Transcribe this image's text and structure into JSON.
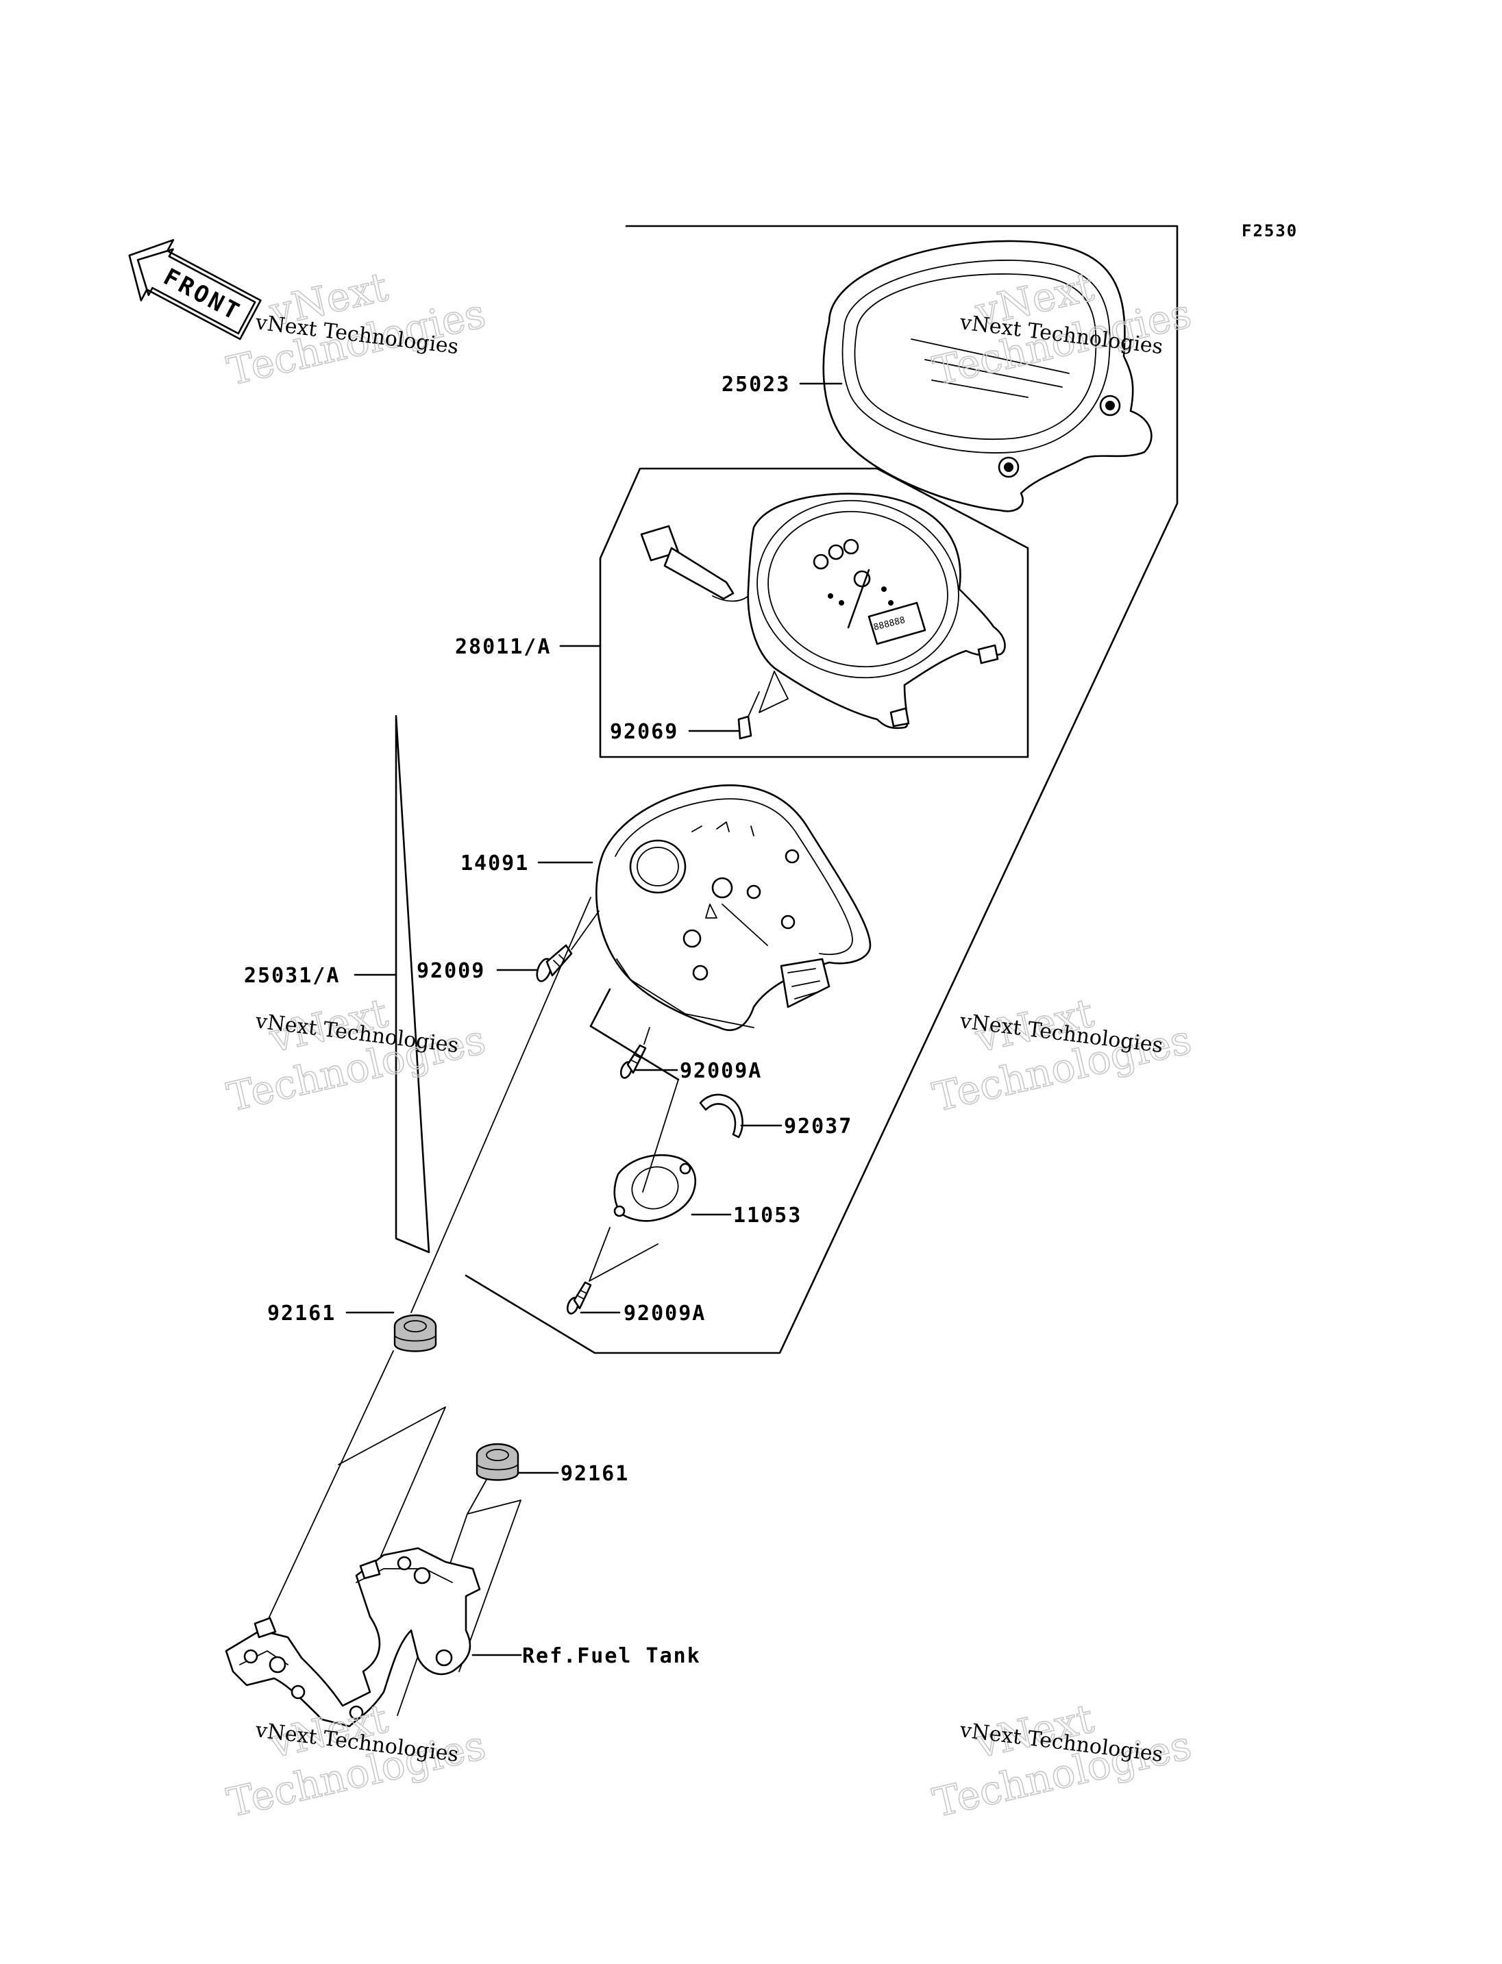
{
  "diagram": {
    "figure_code": "F2530",
    "front_arrow_text": "FRONT",
    "callouts": {
      "c25023": "25023",
      "c28011": "28011/A",
      "c92069": "92069",
      "c14091": "14091",
      "c25031": "25031/A",
      "c92009": "92009",
      "c92009a_1": "92009A",
      "c92037": "92037",
      "c11053": "11053",
      "c92009a_2": "92009A",
      "c92161_1": "92161",
      "c92161_2": "92161",
      "ref_fuel_tank": "Ref.Fuel Tank"
    },
    "speedometer_display": "888888",
    "watermark": {
      "label": "vNext Technologies",
      "big_line1": "vNext",
      "big_line2": "Technologies"
    }
  }
}
